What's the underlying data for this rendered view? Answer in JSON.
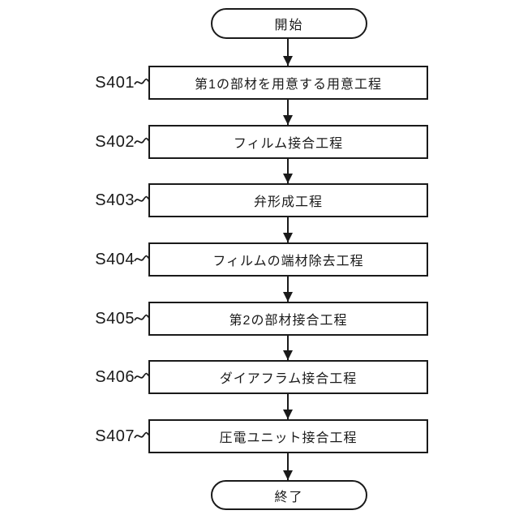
{
  "flowchart": {
    "title": "manufacturing-process-flowchart",
    "start_label": "開始",
    "end_label": "終了",
    "steps": [
      {
        "id": "S401",
        "label": "第1の部材を用意する用意工程"
      },
      {
        "id": "S402",
        "label": "フィルム接合工程"
      },
      {
        "id": "S403",
        "label": "弁形成工程"
      },
      {
        "id": "S404",
        "label": "フィルムの端材除去工程"
      },
      {
        "id": "S405",
        "label": "第2の部材接合工程"
      },
      {
        "id": "S406",
        "label": "ダイアフラム接合工程"
      },
      {
        "id": "S407",
        "label": "圧電ユニット接合工程"
      }
    ],
    "colors": {
      "line": "#1a1a1a",
      "background": "#ffffff"
    }
  }
}
